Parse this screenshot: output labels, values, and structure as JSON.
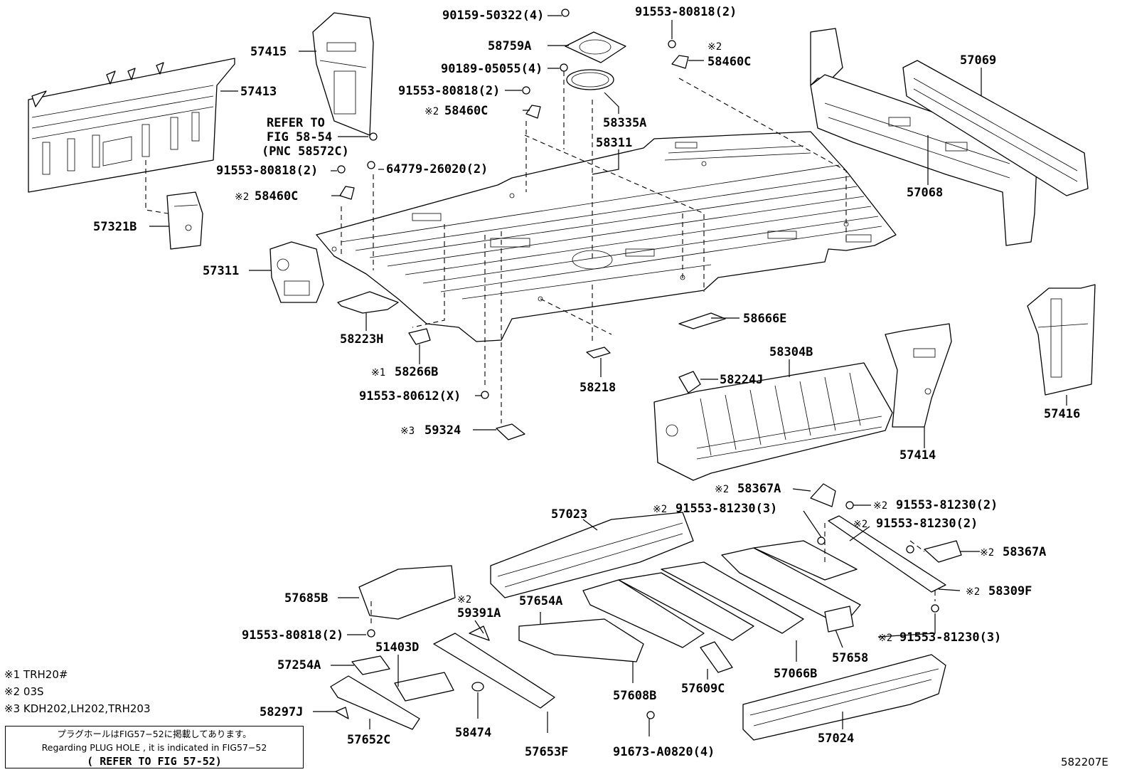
{
  "diagram_code": "582207E",
  "notes": [
    {
      "mark": "※1",
      "text": "TRH20#"
    },
    {
      "mark": "※2",
      "text": "03S"
    },
    {
      "mark": "※3",
      "text": "KDH202,LH202,TRH203"
    }
  ],
  "plug_hole": {
    "jp": "プラグホールはFIG57−52に掲載してあります。",
    "en": "Regarding PLUG HOLE , it is indicated in FIG57−52",
    "ref": "( REFER TO FIG 57-52)"
  },
  "refer": {
    "line1": "REFER TO",
    "line2": "FIG 58-54",
    "line3": "(PNC 58572C)"
  },
  "labels": {
    "p57415": "57415",
    "p57413": "57413",
    "p57321B": "57321B",
    "p57311": "57311",
    "p90159": "90159-50322(4)",
    "p58759A": "58759A",
    "p90189": "90189-05055(4)",
    "p91553_80818_a": "91553-80818(2)",
    "p58460C_a": "58460C",
    "p58335A": "58335A",
    "p58311": "58311",
    "p91553_80818_b": "91553-80818(2)",
    "p58460C_b": "58460C",
    "p91553_80818_c": "91553-80818(2)",
    "p64779": "64779-26020(2)",
    "p58460C_c": "58460C",
    "p57069": "57069",
    "p57068": "57068",
    "p58223H": "58223H",
    "p58266B": "58266B",
    "p91553_80612": "91553-80612(X)",
    "p59324": "59324",
    "p58218": "58218",
    "p58666E": "58666E",
    "p58224J": "58224J",
    "p58304B": "58304B",
    "p57414": "57414",
    "p57416": "57416",
    "p58367A_a": "58367A",
    "p91553_81230_a": "91553-81230(2)",
    "p91553_81230_b": "91553-81230(3)",
    "p91553_81230_c": "91553-81230(2)",
    "p58367A_b": "58367A",
    "p58309F": "58309F",
    "p91553_81230_d": "91553-81230(3)",
    "p57023": "57023",
    "p57685B": "57685B",
    "p91553_80818_d": "91553-80818(2)",
    "p59391A": "59391A",
    "p57654A": "57654A",
    "p51403D": "51403D",
    "p57254A": "57254A",
    "p58297J": "58297J",
    "p57652C": "57652C",
    "p58474": "58474",
    "p57653F": "57653F",
    "p91673": "91673-A0820(4)",
    "p57608B": "57608B",
    "p57609C": "57609C",
    "p57066B": "57066B",
    "p57658": "57658",
    "p57024": "57024"
  },
  "marks": {
    "m1": "※1",
    "m2": "※2",
    "m3": "※3"
  }
}
